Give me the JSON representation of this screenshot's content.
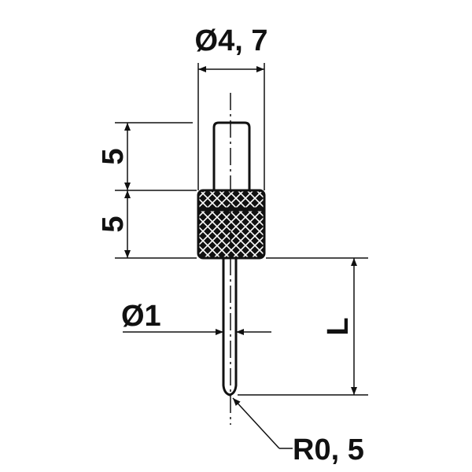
{
  "dimensions": {
    "shank_diameter": "Ø4, 7",
    "upper_length": "5",
    "knurl_length": "5",
    "stylus_diameter": "Ø1",
    "stylus_length": "L",
    "tip_radius": "R0, 5"
  },
  "colors": {
    "ink": "#111111",
    "background": "#ffffff"
  }
}
